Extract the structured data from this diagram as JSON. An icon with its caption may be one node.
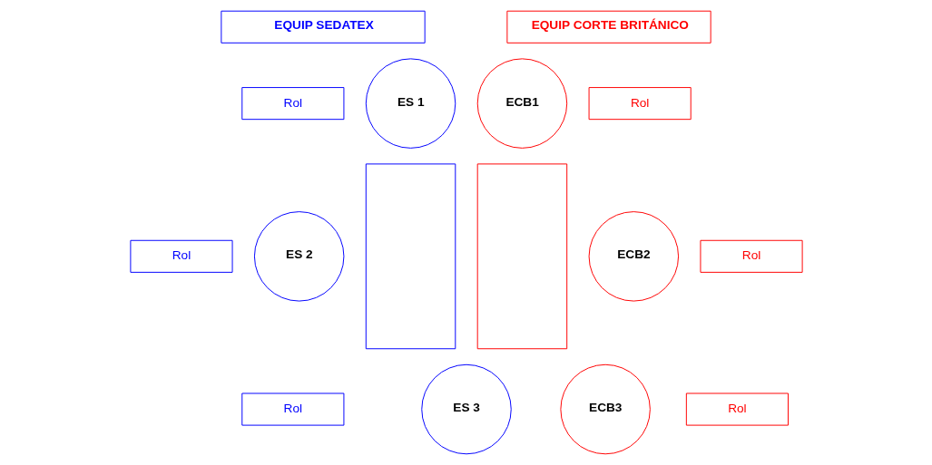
{
  "diagram": {
    "nodes": [
      {
        "text": [
          "EQUIP SEDATEX"
        ]
      },
      {
        "text": [
          "EQUIP CORTE BRITÁNICO"
        ]
      },
      {
        "text": [
          "Rol"
        ]
      },
      {
        "text": [
          "ES 1"
        ]
      },
      {
        "text": [
          "ECB1"
        ]
      },
      {
        "text": [
          "Rol"
        ]
      },
      {
        "text": [
          "Rol"
        ]
      },
      {
        "text": [
          "ES 2"
        ]
      },
      {
        "text": [],
        "shape": "box"
      },
      {
        "text": [],
        "shape": "box"
      },
      {
        "text": [
          "ECB2"
        ]
      },
      {
        "text": [
          "Rol"
        ]
      },
      {
        "text": [
          "Rol"
        ]
      },
      {
        "text": [
          "ES 3"
        ]
      },
      {
        "text": [
          "ECB3"
        ]
      },
      {
        "text": [
          "Rol"
        ]
      }
    ],
    "edges": []
  }
}
